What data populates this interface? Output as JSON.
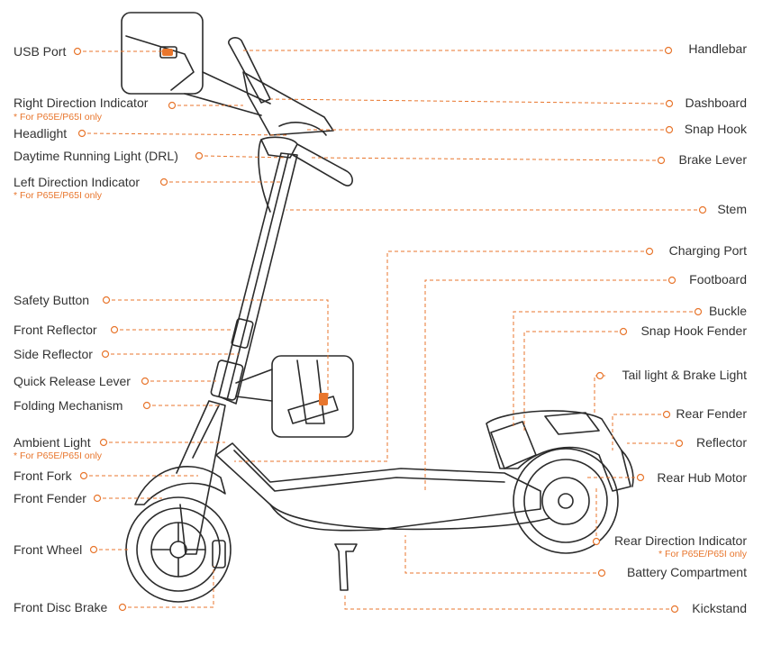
{
  "colors": {
    "accent": "#e8762d",
    "line": "#2b2b2b",
    "text": "#333333",
    "leader": "#e8762d"
  },
  "labels": {
    "usb_port": "USB Port",
    "right_direction_indicator": "Right Direction Indicator",
    "right_direction_note": "* For P65E/P65I only",
    "headlight": "Headlight",
    "drl": "Daytime Running Light (DRL)",
    "left_direction_indicator": "Left Direction Indicator",
    "left_direction_note": "* For P65E/P65I only",
    "safety_button": "Safety Button",
    "front_reflector": "Front Reflector",
    "side_reflector": "Side Reflector",
    "quick_release_lever": "Quick Release Lever",
    "folding_mechanism": "Folding Mechanism",
    "ambient_light": "Ambient Light",
    "ambient_light_note": "* For P65E/P65I only",
    "front_fork": "Front Fork",
    "front_fender": "Front Fender",
    "front_wheel": "Front Wheel",
    "front_disc_brake": "Front Disc Brake",
    "handlebar": "Handlebar",
    "dashboard": "Dashboard",
    "snap_hook": "Snap Hook",
    "brake_lever": "Brake Lever",
    "stem": "Stem",
    "charging_port": "Charging Port",
    "footboard": "Footboard",
    "buckle": "Buckle",
    "snap_hook_fender": "Snap Hook Fender",
    "tail_light": "Tail light & Brake Light",
    "rear_fender": "Rear Fender",
    "reflector": "Reflector",
    "rear_hub_motor": "Rear Hub Motor",
    "rear_direction_indicator": "Rear Direction Indicator",
    "rear_direction_note": "* For P65E/P65I only",
    "battery_compartment": "Battery Compartment",
    "kickstand": "Kickstand"
  }
}
